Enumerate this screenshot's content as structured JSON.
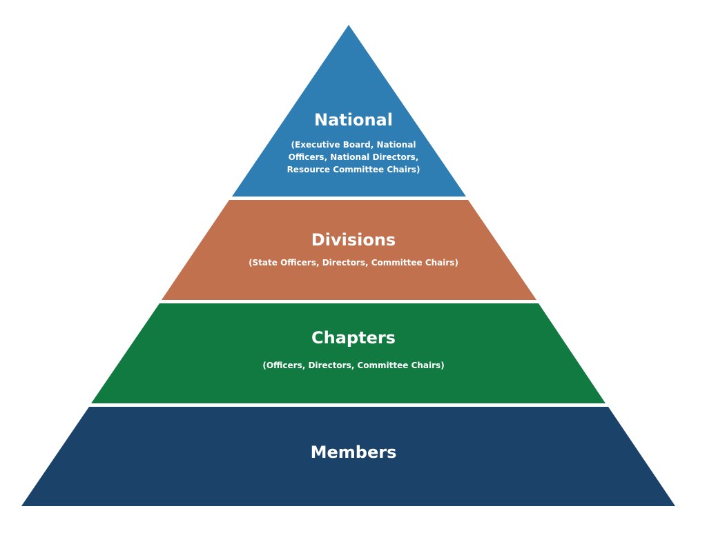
{
  "title": "Organization structure pyramid",
  "tiers": [
    {
      "name": "National",
      "detail_lines": [
        "(Executive Board, National",
        "Officers, National Directors,",
        "Resource Committee Chairs)"
      ],
      "color": "#2e7db3"
    },
    {
      "name": "Divisions",
      "detail_lines": [
        "(State Officers, Directors, Committee Chairs)"
      ],
      "color": "#c1714d"
    },
    {
      "name": "Chapters",
      "detail_lines": [
        "(Officers, Directors, Committee Chairs)"
      ],
      "color": "#117a40"
    },
    {
      "name": "Members",
      "detail_lines": [],
      "color": "#1b4369"
    }
  ]
}
